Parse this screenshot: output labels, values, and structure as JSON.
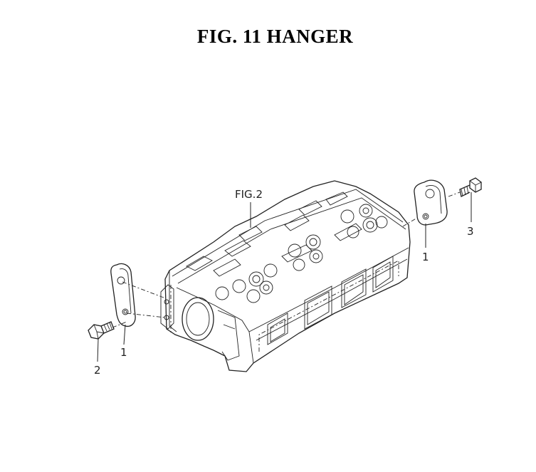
{
  "title": "FIG. 11  HANGER",
  "reference": "FIG.2",
  "callouts": [
    "1",
    "1",
    "2",
    "3"
  ]
}
